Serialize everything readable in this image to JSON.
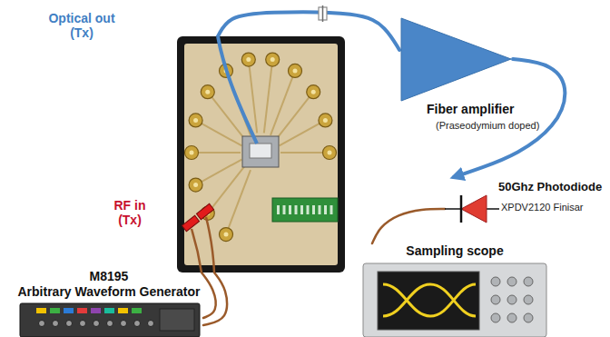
{
  "diagram": {
    "nodes": [
      {
        "text": [
          "Optical out (Tx)",
          "RF in (Tx)"
        ]
      },
      {
        "text": [
          "Fiber amplifier",
          "(Praseodymium doped)"
        ]
      },
      {
        "text": [
          "50Ghz Photodiode",
          "XPDV2120 Finisar"
        ]
      },
      {
        "text": [
          "M8195",
          "Arbitrary Waveform Generator"
        ]
      },
      {
        "text": [
          "Sampling scope"
        ]
      }
    ],
    "edges": [
      {
        "from": 0,
        "to": 1,
        "arrow": "none"
      },
      {
        "from": 1,
        "to": 2,
        "arrow": "to"
      },
      {
        "from": 2,
        "to": 4,
        "arrow": "none"
      },
      {
        "from": 3,
        "to": 0,
        "arrow": "none"
      },
      {
        "from": 3,
        "to": 0,
        "arrow": "none"
      }
    ]
  }
}
